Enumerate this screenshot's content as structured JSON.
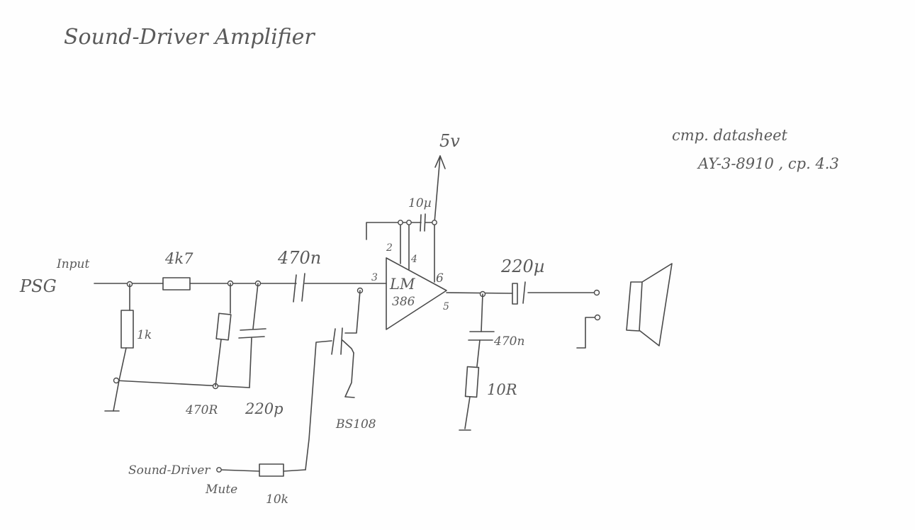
{
  "title": "Sound-Driver Amplifier",
  "note": {
    "line1": "cmp. datasheet",
    "line2": "AY-3-8910 , cp. 4.3"
  },
  "labels": {
    "psg": "PSG",
    "input": "Input",
    "r_series": "4k7",
    "r_shunt": "1k",
    "r_470": "470R",
    "c_220p": "220p",
    "c_coupling": "470n",
    "supply": "5v",
    "c_bypass": "10µ",
    "amp_line1": "LM",
    "amp_line2": "386",
    "pin2": "2",
    "pin4": "4",
    "pin3": "3",
    "pin6": "6",
    "pin5": "5",
    "c_out": "220µ",
    "c_zobel": "470n",
    "r_zobel": "10R",
    "fet": "BS108",
    "mute_line1": "Sound-Driver",
    "mute_line2": "Mute",
    "r_mute": "10k"
  }
}
